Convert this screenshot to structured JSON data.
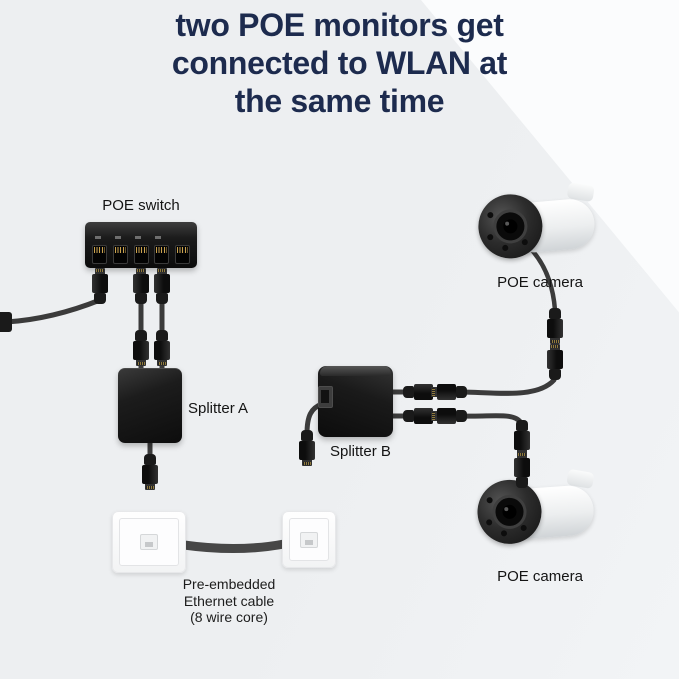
{
  "title": {
    "lines": [
      "two POE monitors get",
      "connected to WLAN at",
      "the same time"
    ]
  },
  "labels": {
    "poe_switch": "POE switch",
    "splitter_a": "Splitter A",
    "splitter_b": "Splitter B",
    "camera_top": "POE camera",
    "camera_bottom": "POE camera",
    "cable_caption": [
      "Pre-embedded",
      "Ethernet cable",
      "(8 wire core)"
    ]
  },
  "colors": {
    "title_text": "#1d2b4e",
    "background": "#edeff1",
    "background_highlight": "#fbfcfd",
    "device_black": "#141414",
    "cable": "#3b3b3b",
    "embedded_cable": "#474747",
    "wall_plate": "#ffffff",
    "label_text": "#141414"
  }
}
